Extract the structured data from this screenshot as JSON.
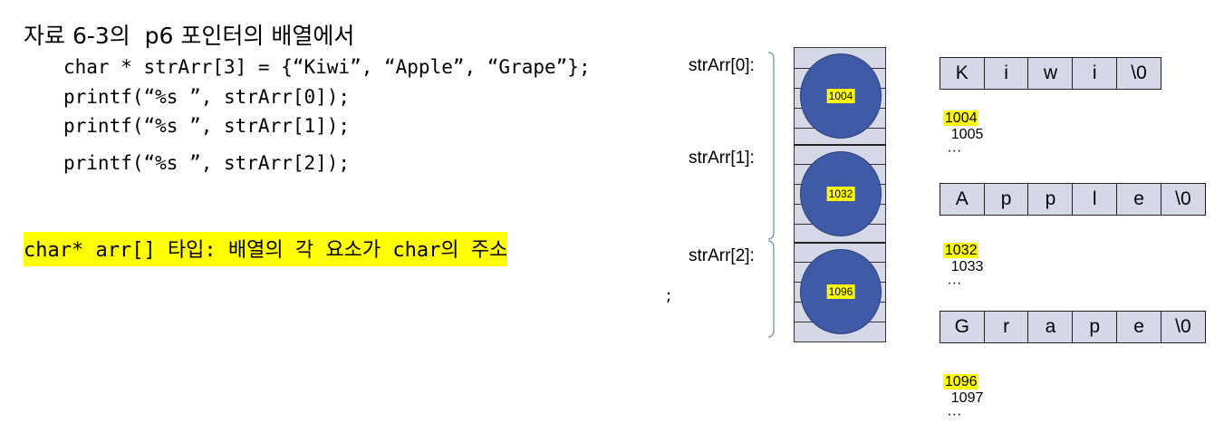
{
  "title": "자료 6-3의  p6 포인터의 배열에서",
  "code_lines": [
    "char * strArr[3] = {“Kiwi”, “Apple”, “Grape”};",
    "printf(“%s ”, strArr[0]);",
    "printf(“%s ”, strArr[1]);",
    "printf(“%s ”, strArr[2]);"
  ],
  "highlight_note": "char* arr[] 타입: 배열의 각 요소가 char의 주소",
  "semicolon_mark": ";",
  "pointers": [
    {
      "label": "strArr[0]:",
      "address": "1004"
    },
    {
      "label": "strArr[1]:",
      "address": "1032"
    },
    {
      "label": "strArr[2]:",
      "address": "1096"
    }
  ],
  "strings": [
    {
      "chars": [
        "K",
        "i",
        "w",
        "i",
        "\\0"
      ],
      "start_address": "1004",
      "next_address": "1005",
      "ellipsis": "···"
    },
    {
      "chars": [
        "A",
        "p",
        "p",
        "l",
        "e",
        "\\0"
      ],
      "start_address": "1032",
      "next_address": "1033",
      "ellipsis": "···"
    },
    {
      "chars": [
        "G",
        "r",
        "a",
        "p",
        "e",
        "\\0"
      ],
      "start_address": "1096",
      "next_address": "1097",
      "ellipsis": "···"
    }
  ],
  "colors": {
    "circle": "#3f5aa6",
    "cell": "#d5d8e6",
    "highlight": "#ffff00"
  }
}
